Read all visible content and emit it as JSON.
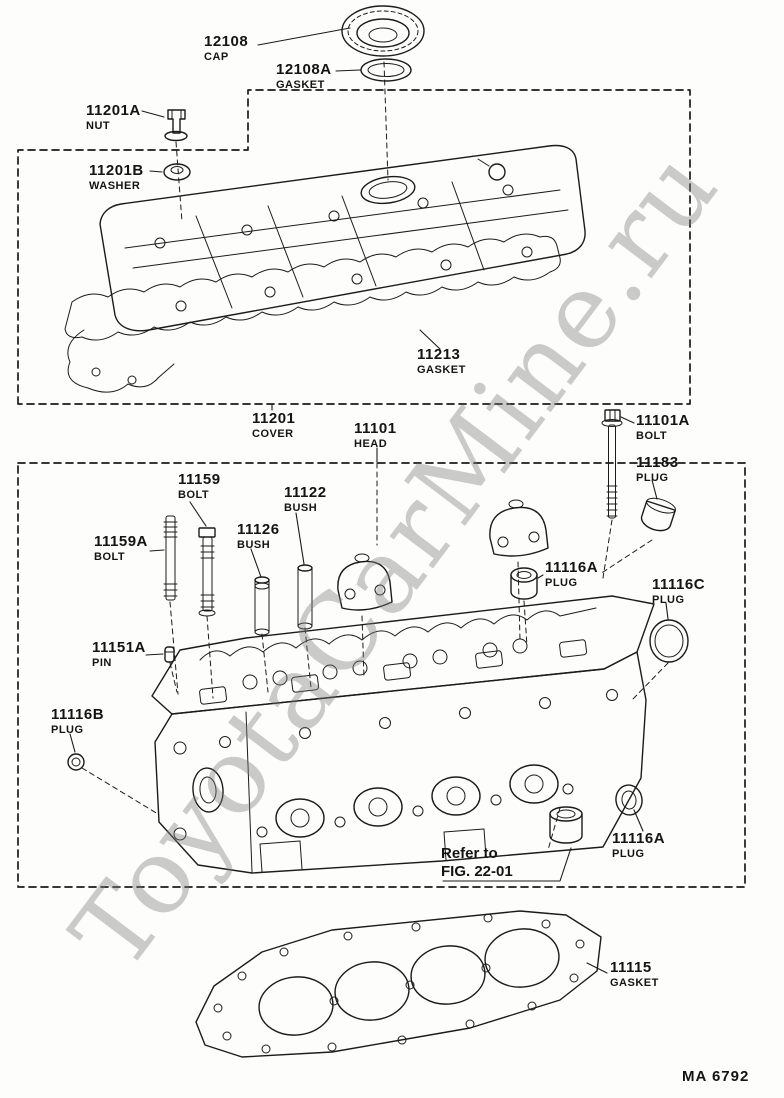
{
  "page": {
    "watermark": "ToyotaCarMine.ru",
    "footer_code": "MA 6792"
  },
  "note": {
    "line1": "Refer to",
    "line2": "FIG. 22-01"
  },
  "colors": {
    "line": "#1b1b1b",
    "watermark_gray": "#7d7d7d"
  },
  "parts": [
    {
      "code": "12108",
      "name": "CAP"
    },
    {
      "code": "12108A",
      "name": "GASKET"
    },
    {
      "code": "11201A",
      "name": "NUT"
    },
    {
      "code": "11201B",
      "name": "WASHER"
    },
    {
      "code": "11213",
      "name": "GASKET"
    },
    {
      "code": "11201",
      "name": "COVER"
    },
    {
      "code": "11101",
      "name": "HEAD"
    },
    {
      "code": "11101A",
      "name": "BOLT"
    },
    {
      "code": "11183",
      "name": "PLUG"
    },
    {
      "code": "11159",
      "name": "BOLT"
    },
    {
      "code": "11159A",
      "name": "BOLT"
    },
    {
      "code": "11122",
      "name": "BUSH"
    },
    {
      "code": "11126",
      "name": "BUSH"
    },
    {
      "code": "11116A",
      "name": "PLUG"
    },
    {
      "code": "11116C",
      "name": "PLUG"
    },
    {
      "code": "11151A",
      "name": "PIN"
    },
    {
      "code": "11116B",
      "name": "PLUG"
    },
    {
      "code": "11116A",
      "name": "PLUG"
    },
    {
      "code": "11115",
      "name": "GASKET"
    }
  ]
}
